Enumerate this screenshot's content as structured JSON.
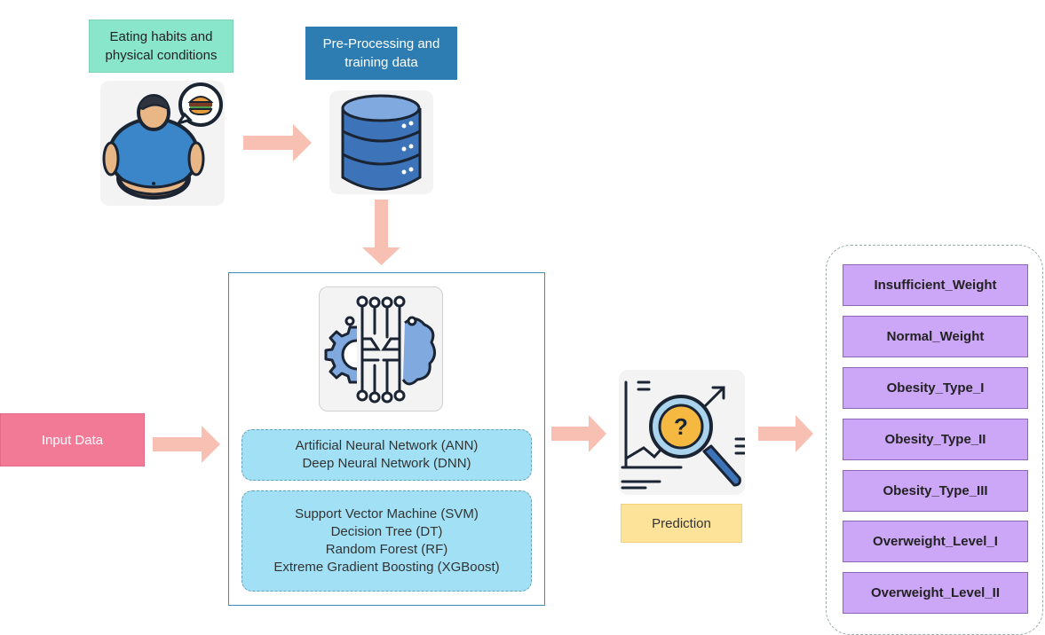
{
  "nodes": {
    "eating": "Eating habits and\nphysical conditions",
    "preprocessing": "Pre-Processing and\ntraining data",
    "input": "Input Data",
    "prediction": "Prediction"
  },
  "model_groups": {
    "deep": [
      "Artificial Neural Network (ANN)",
      "Deep Neural Network (DNN)"
    ],
    "classical": [
      "Support Vector Machine (SVM)",
      "Decision Tree (DT)",
      "Random Forest (RF)",
      "Extreme Gradient Boosting (XGBoost)"
    ]
  },
  "classes": [
    "Insufficient_Weight",
    "Normal_Weight",
    "Obesity_Type_I",
    "Obesity_Type_II",
    "Obesity_Type_III",
    "Overweight_Level_I",
    "Overweight_Level_II"
  ],
  "colors": {
    "arrow": "#f8c0b2",
    "eating": "#89e6cb",
    "preprocessing": "#2e7db2",
    "input": "#f27a97",
    "prediction": "#fde39a",
    "model_group": "#a2e0f5",
    "class_box": "#cca6f7"
  },
  "icons": [
    "overweight-person-icon",
    "database-icon",
    "ai-brain-icon",
    "search-analytics-icon"
  ]
}
